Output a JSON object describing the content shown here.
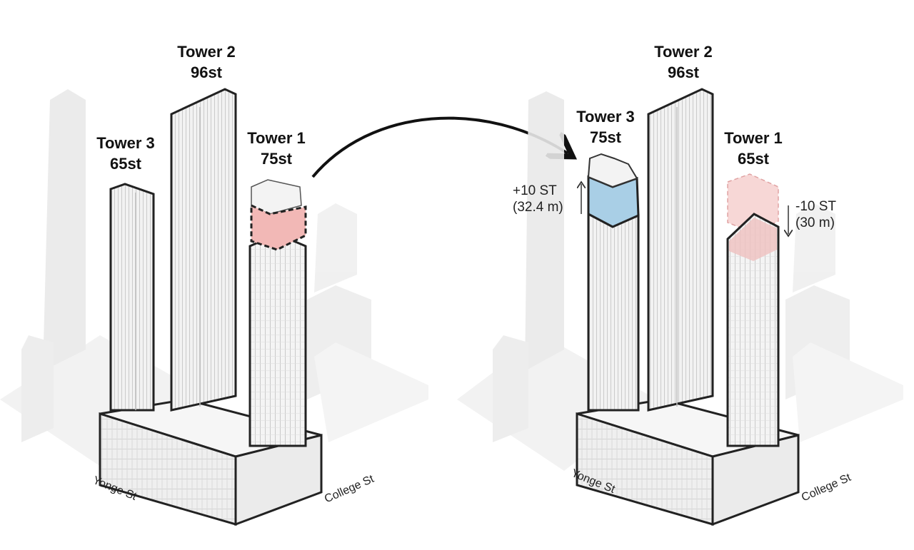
{
  "before": {
    "towers": [
      {
        "name": "Tower 2",
        "storeys": "96st"
      },
      {
        "name": "Tower 3",
        "storeys": "65st"
      },
      {
        "name": "Tower 1",
        "storeys": "75st"
      }
    ],
    "streets": {
      "west": "Yonge St",
      "south": "College St"
    },
    "highlight_colors": {
      "removed": "#f2b8b6"
    }
  },
  "after": {
    "towers": [
      {
        "name": "Tower 2",
        "storeys": "96st"
      },
      {
        "name": "Tower 3",
        "storeys": "75st"
      },
      {
        "name": "Tower 1",
        "storeys": "65st"
      }
    ],
    "changes": {
      "tower3": {
        "delta": "+10 ST",
        "height": "(32.4 m)",
        "direction": "up",
        "color": "#a9cfe6"
      },
      "tower1": {
        "delta": "-10 ST",
        "height": "(30 m)",
        "direction": "down",
        "color": "#f2b8b6"
      }
    },
    "streets": {
      "west": "Yonge St",
      "south": "College St"
    }
  }
}
